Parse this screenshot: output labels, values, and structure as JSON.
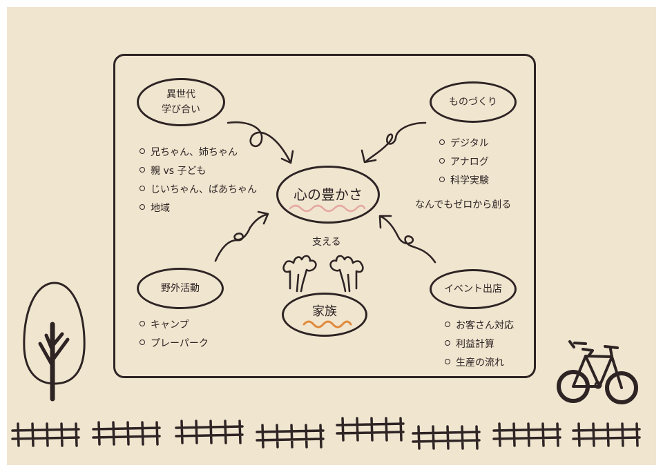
{
  "diagram": {
    "center": {
      "label": "心の豊かさ"
    },
    "support": {
      "label": "支える"
    },
    "family": {
      "label": "家族"
    },
    "nodes": {
      "top_left": {
        "lines": [
          "異世代",
          "学び合い"
        ],
        "items": [
          "兄ちゃん、姉ちゃん",
          "親 vs 子ども",
          "じいちゃん、ばあちゃん",
          "地域"
        ]
      },
      "top_right": {
        "lines": [
          "ものづくり"
        ],
        "items": [
          "デジタル",
          "アナログ",
          "科学実験"
        ],
        "note": "なんでもゼロから創る"
      },
      "bottom_left": {
        "lines": [
          "野外活動"
        ],
        "items": [
          "キャンプ",
          "プレーパーク"
        ]
      },
      "bottom_right": {
        "lines": [
          "イベント出店"
        ],
        "items": [
          "お客さん対応",
          "利益計算",
          "生産の流れ"
        ]
      }
    }
  },
  "colors": {
    "background": "#f0e5cf",
    "ink": "#2e2424",
    "accent_pink": "#e6a7a0",
    "accent_orange": "#e08a3c"
  }
}
